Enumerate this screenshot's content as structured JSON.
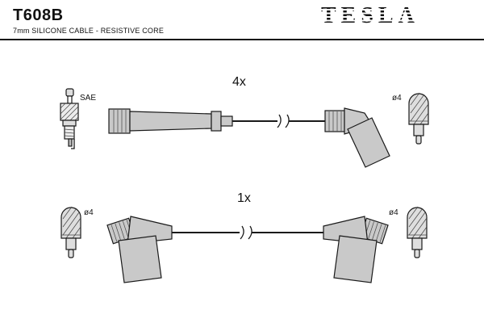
{
  "header": {
    "part_number": "T608B",
    "subtitle": "7mm SILICONE CABLE - RESISTIVE CORE",
    "brand": "TESLA"
  },
  "diagram": {
    "top_assembly": {
      "quantity": "4x",
      "plug_standard": "SAE",
      "terminal_diameter": "ø4"
    },
    "bottom_assembly": {
      "quantity": "1x",
      "terminal_diameter_left": "ø4",
      "terminal_diameter_right": "ø4"
    }
  },
  "colors": {
    "background": "#ffffff",
    "outline": "#1a1a1a",
    "boot_fill": "#c9c9c9",
    "metal_fill": "#dedede"
  }
}
